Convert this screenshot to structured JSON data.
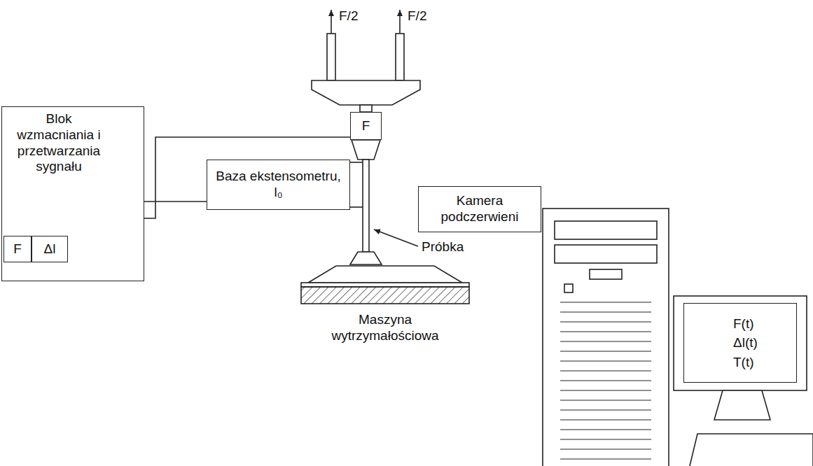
{
  "diagram": {
    "nodes": [
      {
        "text": [
          "Blok wzmacniania i przetwarzania sygnału"
        ]
      },
      {
        "text": [
          "F"
        ],
        "in": 0
      },
      {
        "text": [
          "Δl"
        ],
        "in": 0
      },
      {
        "text": [
          "F"
        ]
      },
      {
        "text": [
          "Baza ekstensometru, l₀"
        ]
      },
      {
        "text": [
          "Kamera podczerwieni"
        ]
      },
      {
        "text": [
          "Maszyna wytrzymałościowa"
        ]
      },
      {
        "text": [
          "F(t) Δl(t) T(t)"
        ]
      }
    ],
    "edges": [
      {
        "from": 3,
        "to": 1,
        "arrow": "none"
      },
      {
        "from": 4,
        "to": 2,
        "arrow": "none"
      }
    ],
    "labels": [
      "F/2",
      "F/2",
      "Próbka"
    ]
  }
}
